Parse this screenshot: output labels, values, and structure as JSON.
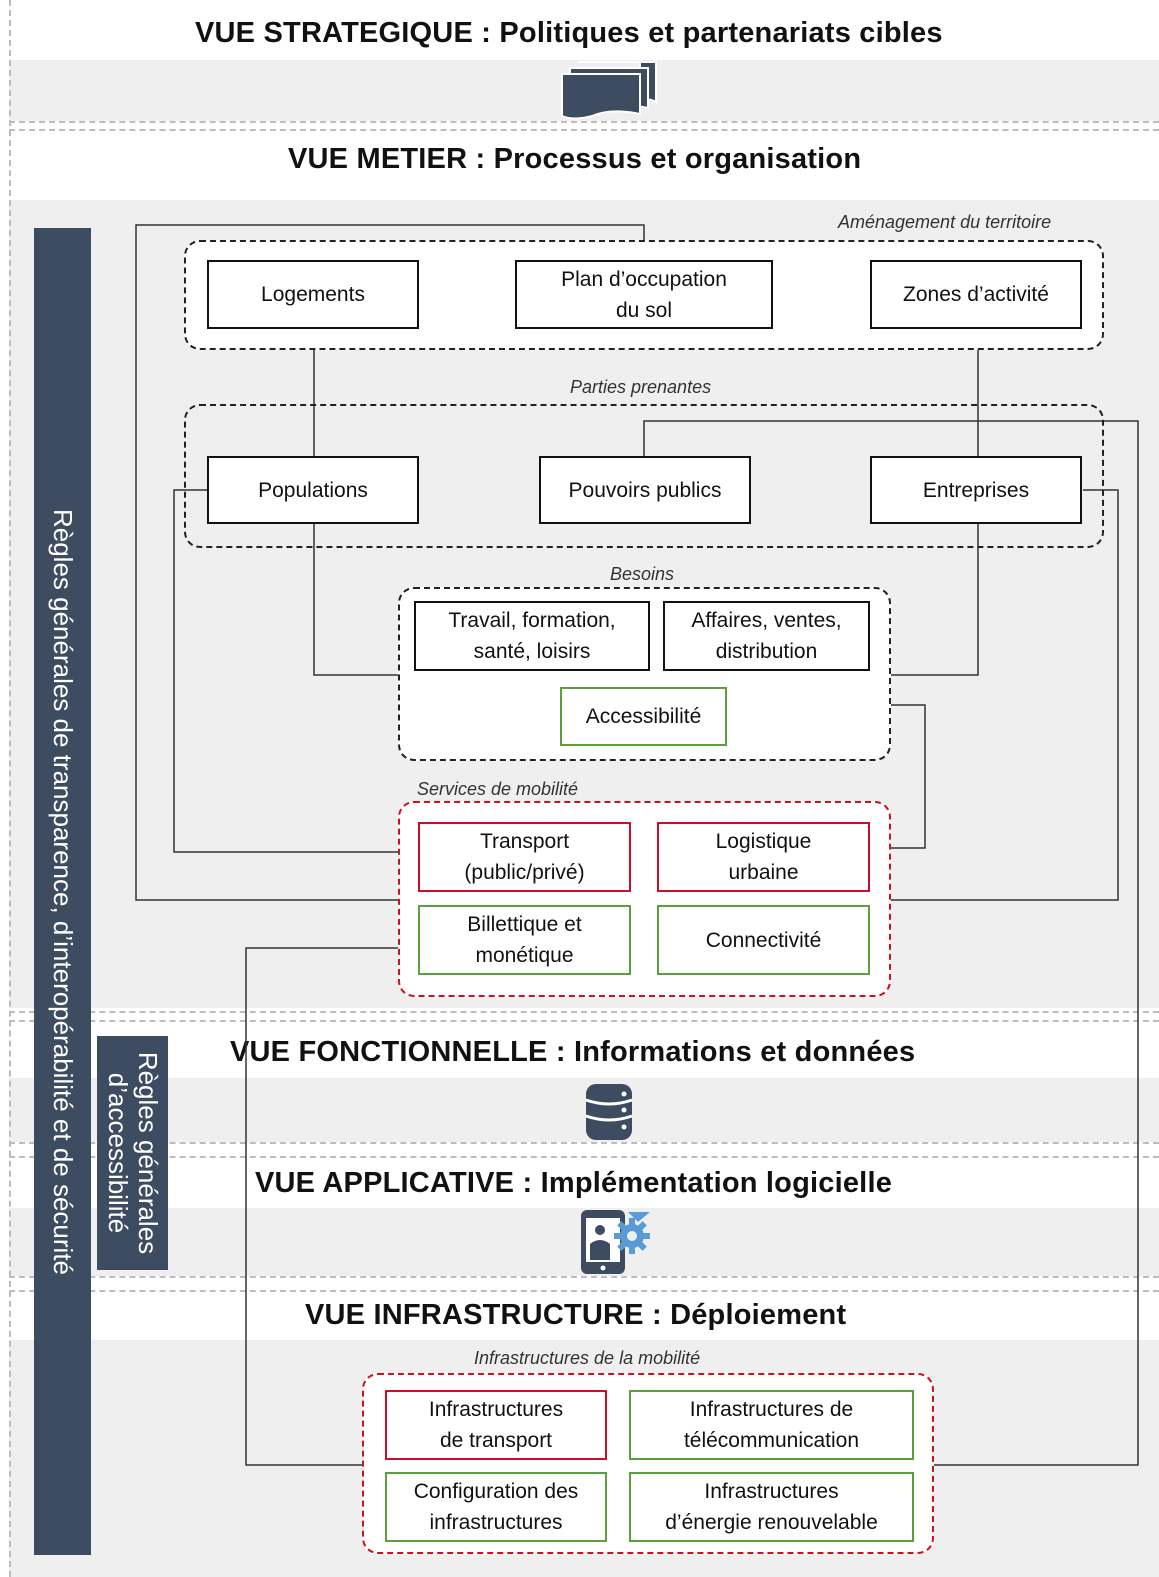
{
  "layers": {
    "strategique": "VUE STRATEGIQUE : Politiques et partenariats cibles",
    "metier": "VUE METIER : Processus et organisation",
    "fonctionnelle": "VUE FONCTIONNELLE : Informations et données",
    "applicative": "VUE APPLICATIVE : Implémentation logicielle",
    "infrastructure": "VUE INFRASTRUCTURE : Déploiement"
  },
  "side_rules": {
    "general": "Règles générales de transparence, d’interopérabilité et de sécurité",
    "accessibility_line1": "Règles générales",
    "accessibility_line2": "d’accessibilité"
  },
  "groups": {
    "amenagement": {
      "label": "Aménagement du territoire",
      "items": [
        "Logements",
        "Plan d’occupation\ndu sol",
        "Zones d’activité"
      ]
    },
    "parties_prenantes": {
      "label": "Parties prenantes",
      "items": [
        "Populations",
        "Pouvoirs publics",
        "Entreprises"
      ]
    },
    "besoins": {
      "label": "Besoins",
      "items": [
        "Travail, formation,\nsanté, loisirs",
        "Affaires, ventes,\ndistribution",
        "Accessibilité"
      ]
    },
    "services": {
      "label": "Services de mobilité",
      "items": [
        "Transport\n(public/privé)",
        "Logistique\nurbaine",
        "Billettique et\nmonétique",
        "Connectivité"
      ]
    },
    "infrastructures": {
      "label": "Infrastructures de la mobilité",
      "items": [
        "Infrastructures\nde transport",
        "Infrastructures de\ntélécommunication",
        "Configuration des\ninfrastructures",
        "Infrastructures\nd’énergie renouvelable"
      ]
    }
  },
  "icons": {
    "strategique": "documents-stack-icon",
    "fonctionnelle": "database-icon",
    "applicative": "mobile-app-settings-icon"
  },
  "colors": {
    "side_bar": "#3e4c61",
    "red_border": "#c8102e",
    "green_border": "#5aa03c",
    "band": "#efefef"
  }
}
